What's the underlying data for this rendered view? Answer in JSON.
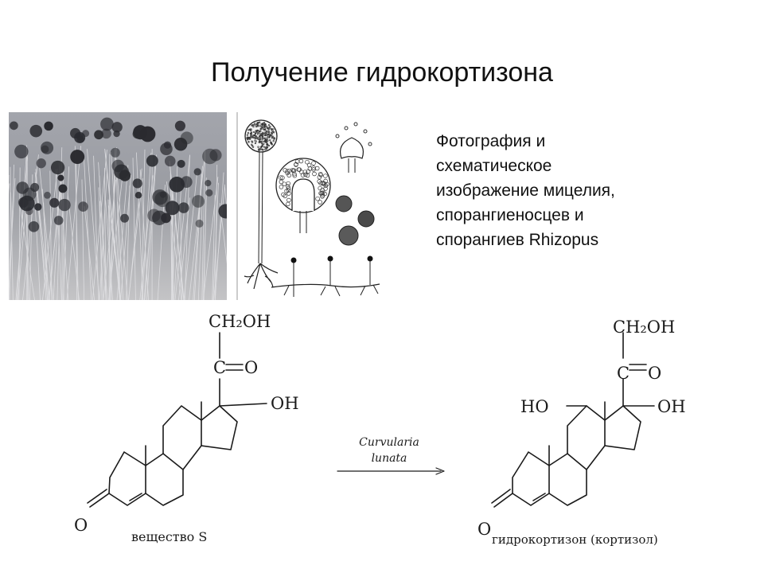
{
  "slide": {
    "title": "Получение гидрокортизона"
  },
  "caption": {
    "lines": [
      "Фотография и",
      "схематическое",
      "изображение мицелия,",
      "спорангиеносцев и",
      "спорангиев Rhizopus"
    ]
  },
  "reaction": {
    "reactant": {
      "label": "вещество S",
      "groups": {
        "side_chain": "CH₂OH",
        "carbonyl_c": "C",
        "carbonyl_o": "O",
        "hydroxyl": "OH",
        "ketone_o": "O"
      }
    },
    "arrow": {
      "organism_line1": "Curvularia",
      "organism_line2": "lunata"
    },
    "product": {
      "label": "гидрокортизон (кортизол)",
      "groups": {
        "side_chain": "CH₂OH",
        "carbonyl_c": "C",
        "carbonyl_o": "O",
        "hydroxyl": "OH",
        "ho_group": "HO",
        "ketone_o": "O"
      }
    }
  },
  "colors": {
    "photo_bg": "#9ea0a6",
    "sporangia": "#2a2b30",
    "line": "#1a1a1a"
  }
}
